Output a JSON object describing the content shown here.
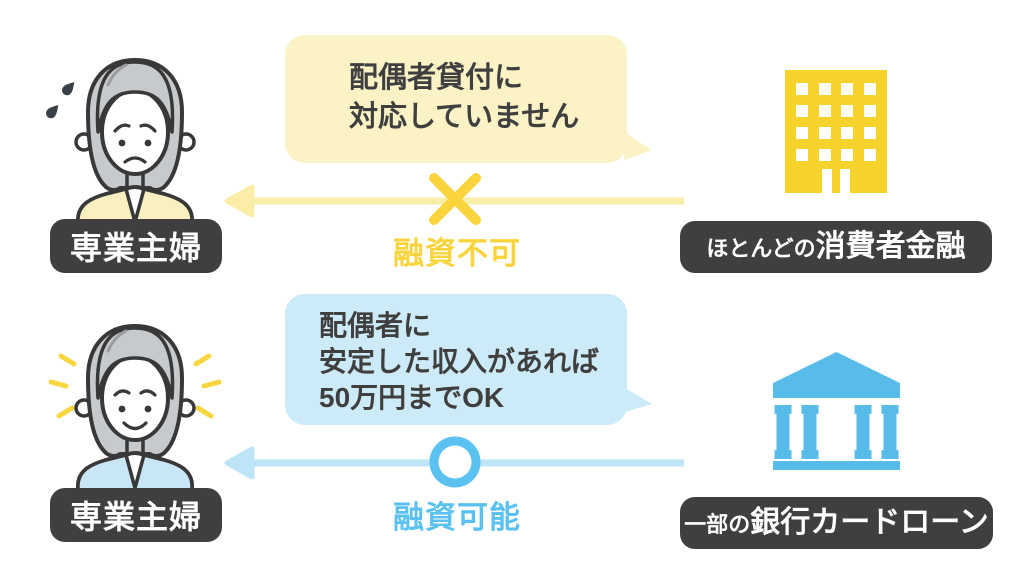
{
  "colors": {
    "label_bg": "#3F3F3F",
    "label_text": "#FFFFFF",
    "bubble_text": "#3F3F3F",
    "yellow_accent": "#F9D43C",
    "yellow_arrow": "#FAEDA8",
    "yellow_bubble": "#FBF2C6",
    "yellow_building": "#F5D32B",
    "blue_accent": "#5BC1F0",
    "blue_arrow": "#BEE4F8",
    "blue_bubble": "#CDEAF8",
    "blue_bank": "#58BBEA",
    "hair_gray": "#C7CACC",
    "outline_dark": "#383838",
    "clothes_yellow": "#F9EFC0",
    "clothes_blue": "#C9E6F6"
  },
  "rows": [
    {
      "person": {
        "label": "専業主婦",
        "icon": "anxious-housewife-icon",
        "mood": "anxious"
      },
      "bubble": {
        "lines": [
          "配偶者貸付に",
          "対応していません"
        ]
      },
      "institution": {
        "label_prefix": "ほとんどの",
        "label_main": "消費者金融",
        "icon": "office-building-icon"
      },
      "verdict": {
        "symbol": "×",
        "label": "融資不可"
      }
    },
    {
      "person": {
        "label": "専業主婦",
        "icon": "happy-housewife-icon",
        "mood": "happy"
      },
      "bubble": {
        "lines": [
          "配偶者に",
          "安定した収入があれば",
          "50万円までOK"
        ]
      },
      "institution": {
        "label_prefix": "一部の",
        "label_main": "銀行カードローン",
        "icon": "bank-icon"
      },
      "verdict": {
        "symbol": "○",
        "label": "融資可能"
      }
    }
  ]
}
